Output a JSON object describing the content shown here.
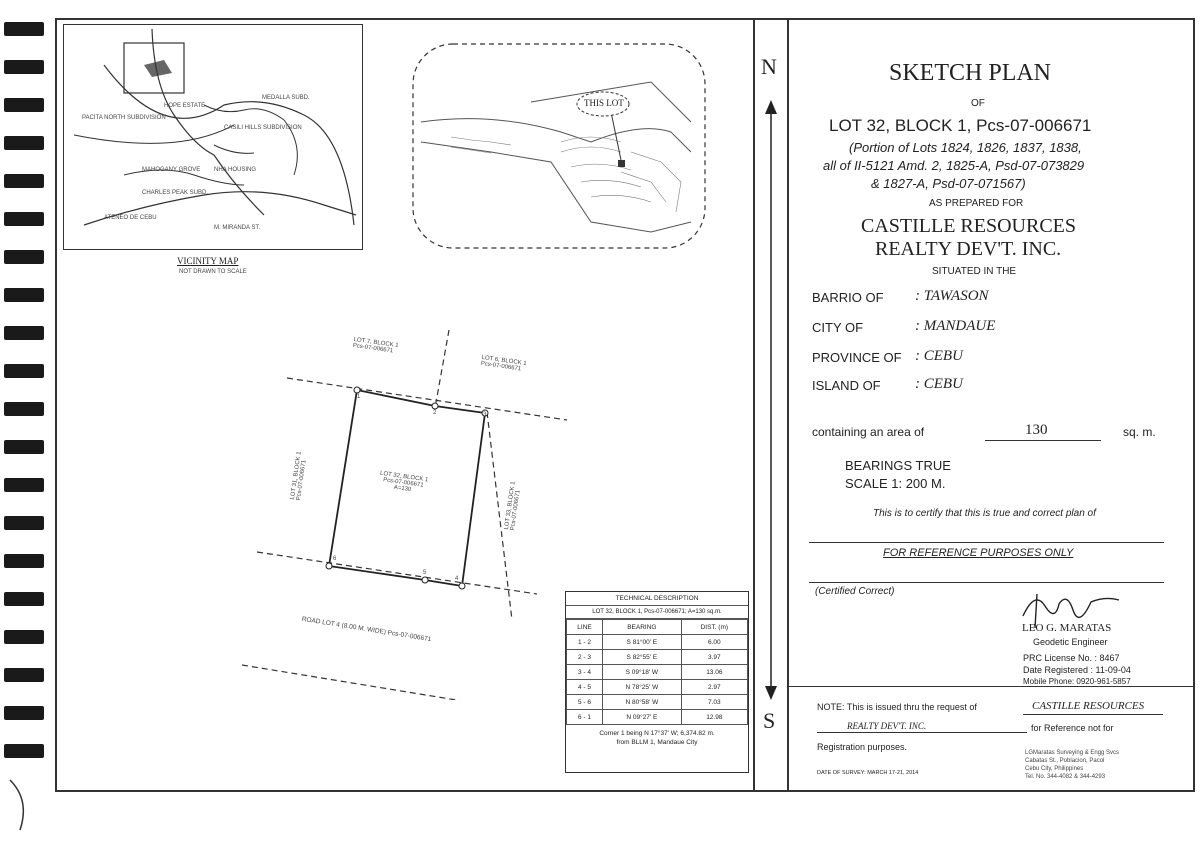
{
  "vicinity": {
    "title": "VICINITY MAP",
    "subtitle": "NOT DRAWN TO SCALE",
    "places": [
      "PACITA NORTH SUBDIVISION",
      "HOPE ESTATE",
      "MEDALLA SUBD.",
      "CASILI HILLS SUBDIVISION",
      "MAHOGANY GROVE",
      "NHA HOUSING",
      "CHARLES PEAK SUBD.",
      "ATENEO DE CEBU",
      "M. MIRANDA ST."
    ]
  },
  "inset": {
    "this_lot": "THIS LOT"
  },
  "compass": {
    "north": "N",
    "south": "S"
  },
  "lot_plan": {
    "neighbor_top_left": [
      "LOT 7, BLOCK 1",
      "Pcs-07-006671"
    ],
    "neighbor_top_right": [
      "LOT 6, BLOCK 1",
      "Pcs-07-006671"
    ],
    "neighbor_left": [
      "LOT 31, BLOCK 1",
      "Pcs-07-006671"
    ],
    "neighbor_right": [
      "LOT 33, BLOCK 1",
      "Pcs-07-006671"
    ],
    "center": [
      "LOT 32, BLOCK 1",
      "Pcs-07-006671",
      "A=130"
    ],
    "road": "ROAD LOT 4 (8.00 M. WIDE) Pcs-07-006671",
    "corners": [
      "1",
      "2",
      "3",
      "4",
      "5",
      "6"
    ]
  },
  "technical": {
    "title": "TECHNICAL DESCRIPTION",
    "lot": "LOT 32, BLOCK 1, Pcs-07-006671; A=130 sq.m.",
    "headers": [
      "LINE",
      "BEARING",
      "DIST. (m)"
    ],
    "rows": [
      [
        "1 - 2",
        "S 81°00' E",
        "6.00"
      ],
      [
        "2 - 3",
        "S 82°55' E",
        "3.97"
      ],
      [
        "3 - 4",
        "S 09°18' W",
        "13.06"
      ],
      [
        "4 - 5",
        "N 78°25' W",
        "2.97"
      ],
      [
        "5 - 6",
        "N 80°58' W",
        "7.03"
      ],
      [
        "6 - 1",
        "N 09°27' E",
        "12.98"
      ]
    ],
    "footer1": "Corner 1 being N 17°37' W; 6,374.82 m.",
    "footer2": "from BLLM 1, Mandaue City"
  },
  "title_block": {
    "title": "SKETCH PLAN",
    "of": "OF",
    "lot": "LOT 32, BLOCK 1,  Pcs-07-006671",
    "portion": [
      "(Portion of Lots 1824, 1826, 1837, 1838,",
      "all of II-5121 Amd. 2, 1825-A, Psd-07-073829",
      "& 1827-A, Psd-07-071567)"
    ],
    "prepared": "AS PREPARED FOR",
    "owner": [
      "CASTILLE RESOURCES",
      "REALTY DEV'T. INC."
    ],
    "situated": "SITUATED IN THE",
    "location": [
      {
        "label": "BARRIO OF",
        "value": ": TAWASON"
      },
      {
        "label": "CITY OF",
        "value": ": MANDAUE"
      },
      {
        "label": "PROVINCE OF",
        "value": ": CEBU"
      },
      {
        "label": "ISLAND OF",
        "value": ": CEBU"
      }
    ],
    "area_label": "containing an area of",
    "area_value": "130",
    "area_unit": "sq. m.",
    "bearings": "BEARINGS TRUE",
    "scale": "SCALE 1:  200 M.",
    "certify": "This is to certify that this is true and correct plan of",
    "reference": "FOR REFERENCE PURPOSES ONLY",
    "certified": "(Certified Correct)",
    "engineer": "LEO G. MARATAS",
    "engineer_title": "Geodetic Engineer",
    "prc": "PRC License No.  :  8467",
    "registered": "Date Registered   :  11-09-04",
    "mobile": "Mobile Phone:  0920-961-5857",
    "note_prefix": "NOTE: This is issued thru the request of",
    "note_name1": "CASTILLE RESOURCES",
    "note_name2": "REALTY DEV'T. INC.",
    "note_suffix": "for Reference not for",
    "note_end": "Registration purposes.",
    "survey_date": "DATE OF SURVEY: MARCH 17-21, 2014",
    "office": [
      "LGMaratas Surveying & Engg Svcs",
      "Cabatas St., Poblacion, Pacol",
      "Cebu City, Philippines",
      "Tel. No. 344-4082 & 344-4293"
    ]
  }
}
